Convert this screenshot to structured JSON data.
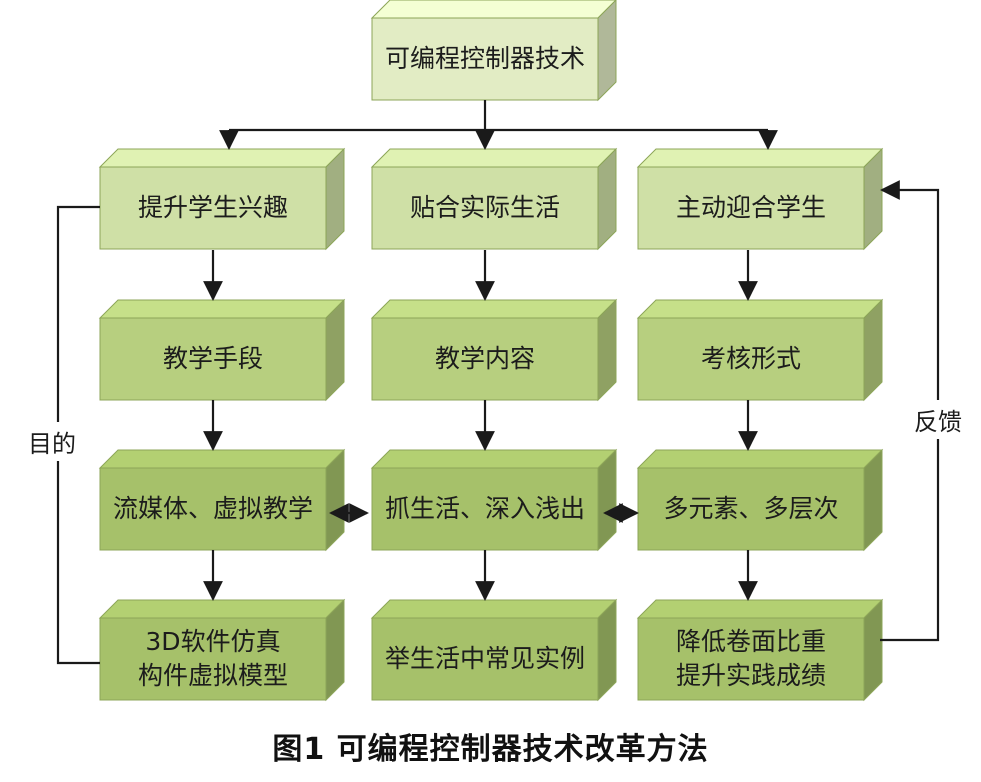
{
  "colors": {
    "top_level": "#e2ecc4",
    "level1": "#cfe0a6",
    "level2": "#b7cf7f",
    "level3": "#a6c16a",
    "edge": "#8ca558",
    "arrow": "#1a1a1a"
  },
  "nodes": {
    "root": "可编程控制器技术",
    "c1": "提升学生兴趣",
    "c2": "贴合实际生活",
    "c3": "主动迎合学生",
    "d1": "教学手段",
    "d2": "教学内容",
    "d3": "考核形式",
    "e1": "流媒体、虚拟教学",
    "e2": "抓生活、深入浅出",
    "e3": "多元素、多层次",
    "f1": "3D软件仿真\n构件虚拟模型",
    "f2": "举生活中常见实例",
    "f3": "降低卷面比重\n提升实践成绩"
  },
  "labels": {
    "left": "目的",
    "right": "反馈"
  },
  "caption": "图1  可编程控制器技术改革方法"
}
